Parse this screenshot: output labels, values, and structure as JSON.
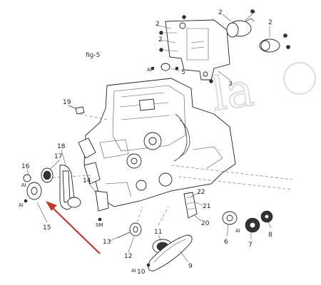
{
  "figure_label": "fig-5",
  "callouts": [
    {
      "id": "c2a",
      "text": "2"
    },
    {
      "id": "c2b",
      "text": "2"
    },
    {
      "id": "c2c",
      "text": "2"
    },
    {
      "id": "c2d",
      "text": "2"
    },
    {
      "id": "c3",
      "text": "3"
    },
    {
      "id": "c5",
      "text": "5"
    },
    {
      "id": "c19",
      "text": "19"
    },
    {
      "id": "c17",
      "text": "17"
    },
    {
      "id": "c18",
      "text": "18"
    },
    {
      "id": "c16",
      "text": "16"
    },
    {
      "id": "c15",
      "text": "15"
    },
    {
      "id": "c14",
      "text": "14"
    },
    {
      "id": "c13",
      "text": "13"
    },
    {
      "id": "c12",
      "text": "12"
    },
    {
      "id": "c11",
      "text": "11"
    },
    {
      "id": "c10",
      "text": "10"
    },
    {
      "id": "c9",
      "text": "9"
    },
    {
      "id": "c8",
      "text": "8"
    },
    {
      "id": "c7",
      "text": "7"
    },
    {
      "id": "c6",
      "text": "6"
    },
    {
      "id": "c20",
      "text": "20"
    },
    {
      "id": "c21",
      "text": "21"
    },
    {
      "id": "c22",
      "text": "22"
    }
  ],
  "ai_markers": [
    {
      "id": "ai1",
      "text": "AI"
    },
    {
      "id": "ai2",
      "text": "AI"
    },
    {
      "id": "ai3",
      "text": "AI"
    },
    {
      "id": "ai4",
      "text": "AI"
    },
    {
      "id": "ai5",
      "text": "AI"
    }
  ],
  "misc_labels": {
    "sm": "SM"
  },
  "colors": {
    "ink": "#222222",
    "arrow": "#c0392b",
    "watermark": "#c8c8c8"
  }
}
